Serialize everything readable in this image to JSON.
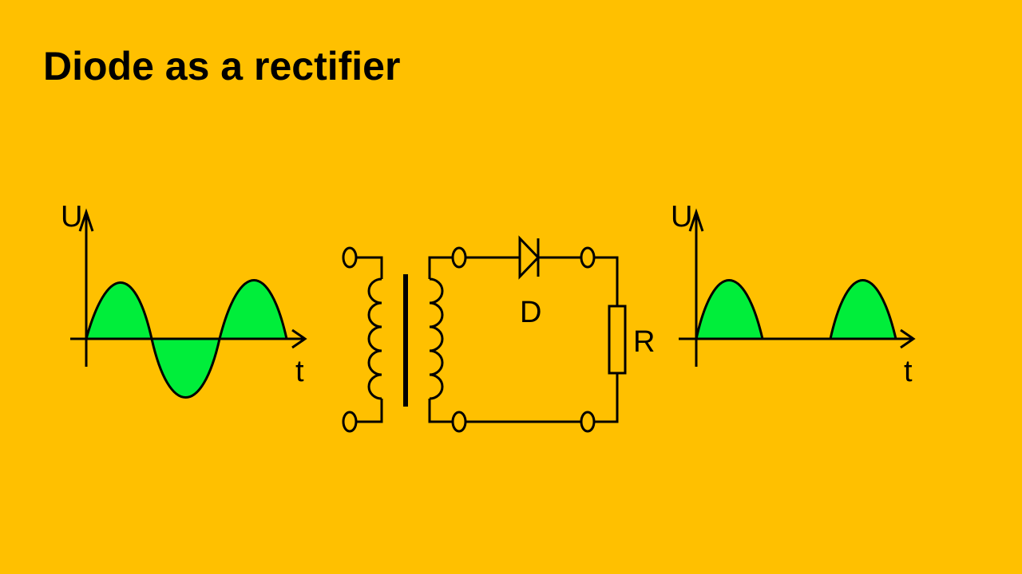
{
  "colors": {
    "background": "#FFC000",
    "line": "#000000",
    "fill": "#00EE3A"
  },
  "slide": {
    "title": "Diode as a rectifier"
  },
  "diagram": {
    "input_waveform": {
      "y_axis_label": "U",
      "x_axis_label": "t"
    },
    "circuit": {
      "diode_label": "D",
      "resistor_label": "R"
    },
    "output_waveform": {
      "y_axis_label": "U",
      "x_axis_label": "t"
    }
  }
}
